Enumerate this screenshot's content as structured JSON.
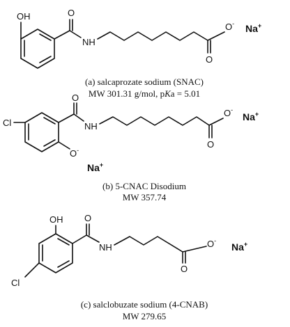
{
  "compounds": [
    {
      "name": "salcaprozate sodium (SNAC)",
      "caption_line1": "(a) salcaprozate sodium (SNAC)",
      "caption_line2_prefix": "MW 301.31 g/mol, p",
      "caption_line2_italic": "K",
      "caption_line2_suffix": "a = 5.01",
      "labels": {
        "oh": "OH",
        "o_carbonyl": "O",
        "nh": "NH",
        "o_acid": "O",
        "o_minus": "O",
        "minus": "-",
        "counterion": "Na",
        "plus": "+"
      }
    },
    {
      "name": "5-CNAC Disodium",
      "caption_line1": "(b) 5-CNAC Disodium",
      "caption_line2": "MW 357.74",
      "labels": {
        "cl": "Cl",
        "o_carbonyl": "O",
        "nh": "NH",
        "o_phenoxide": "O",
        "o_acid": "O",
        "o_minus": "O",
        "minus": "-",
        "counterion1": "Na",
        "counterion2": "Na",
        "plus": "+"
      }
    },
    {
      "name": "salclobuzate sodium (4-CNAB)",
      "caption_line1": "(c) salclobuzate sodium (4-CNAB)",
      "caption_line2": "MW 279.65",
      "labels": {
        "oh": "OH",
        "cl": "Cl",
        "o_carbonyl": "O",
        "nh": "NH",
        "o_acid": "O",
        "o_minus": "O",
        "minus": "-",
        "counterion": "Na",
        "plus": "+"
      }
    }
  ]
}
